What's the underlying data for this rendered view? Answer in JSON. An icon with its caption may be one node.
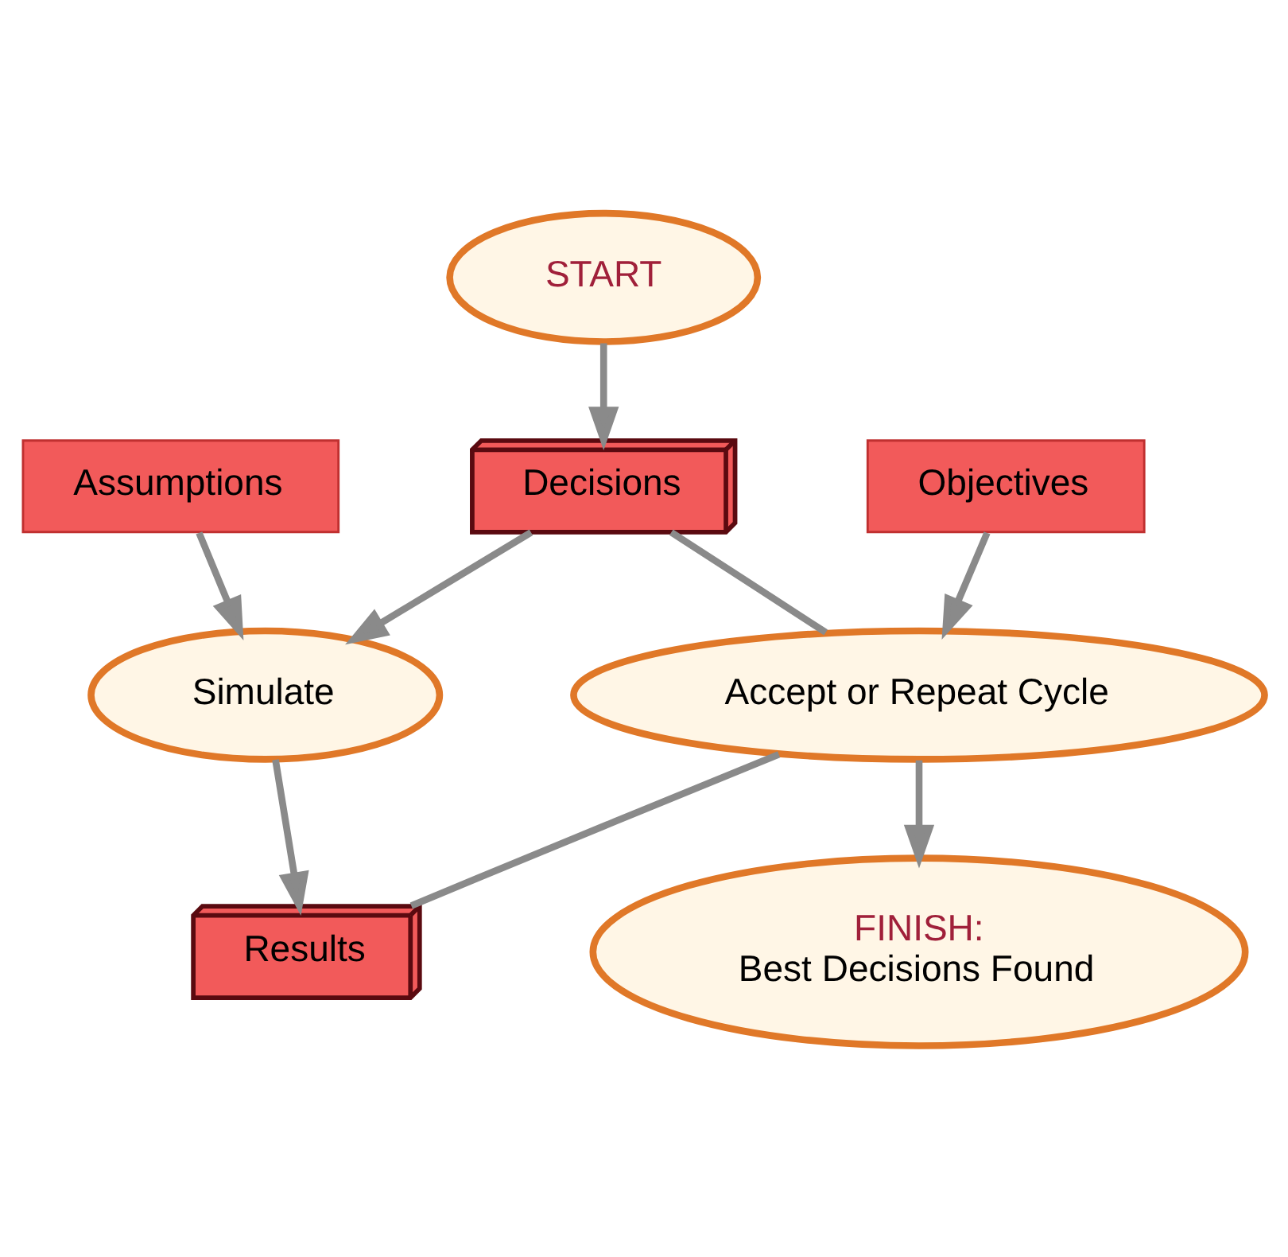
{
  "diagram": {
    "nodes": [
      {
        "text": [
          "START"
        ]
      },
      {
        "text": [
          "FINISH:",
          "Best Decisions Found"
        ]
      },
      {
        "text": [
          "Decisions"
        ]
      },
      {
        "text": [
          "Assumptions"
        ]
      },
      {
        "text": [
          "Simulate"
        ]
      },
      {
        "text": [
          "Accept or Repeat Cycle"
        ]
      },
      {
        "text": [
          "Objectives"
        ]
      },
      {
        "text": [
          "Results"
        ]
      }
    ],
    "edges": [
      {
        "from": 0,
        "to": 2,
        "arrow": "to"
      },
      {
        "from": 2,
        "to": 4,
        "arrow": "to"
      },
      {
        "from": 3,
        "to": 4,
        "arrow": "to"
      },
      {
        "from": 4,
        "to": 7,
        "arrow": "to"
      },
      {
        "from": 7,
        "to": 5,
        "arrow": "none"
      },
      {
        "from": 6,
        "to": 5,
        "arrow": "to"
      },
      {
        "from": 5,
        "to": 2,
        "arrow": "none"
      },
      {
        "from": 5,
        "to": 1,
        "arrow": "to"
      }
    ]
  }
}
